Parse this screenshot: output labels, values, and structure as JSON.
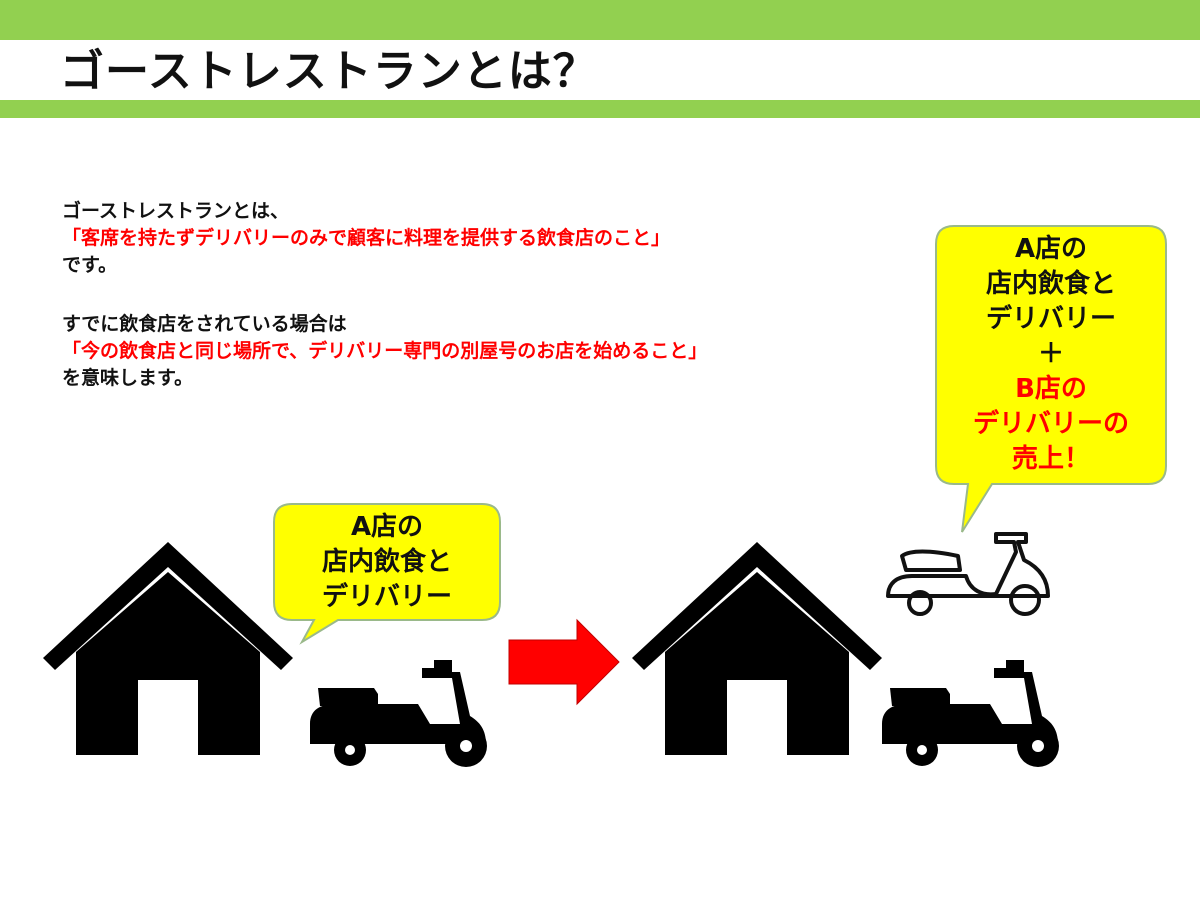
{
  "slide": {
    "title": "ゴーストレストランとは？",
    "intro": {
      "line1": "ゴーストレストランとは、",
      "line2_highlight": "「客席を持たずデリバリーのみで顧客に料理を提供する飲食店のこと」",
      "line3": "です。"
    },
    "existing": {
      "line1": "すでに飲食店をされている場合は",
      "line2_highlight": "「今の飲食店と同じ場所で、デリバリー専門の別屋号のお店を始めること」",
      "line3": "を意味します。"
    }
  },
  "bubble_before": {
    "line1": "A店の",
    "line2": "店内飲食と",
    "line3": "デリバリー"
  },
  "bubble_after": {
    "line1": "A店の",
    "line2": "店内飲食と",
    "line3": "デリバリー",
    "plus": "＋",
    "line5": "B店の",
    "line6": "デリバリーの",
    "line7": "売上！"
  },
  "colors": {
    "accent_green": "#92d050",
    "highlight_red": "#ff0000",
    "bubble_fill": "#ffff00",
    "bubble_border": "#9ab98a"
  },
  "icons": [
    "house-icon",
    "scooter-icon",
    "scooter-outline-icon",
    "right-arrow-icon"
  ]
}
